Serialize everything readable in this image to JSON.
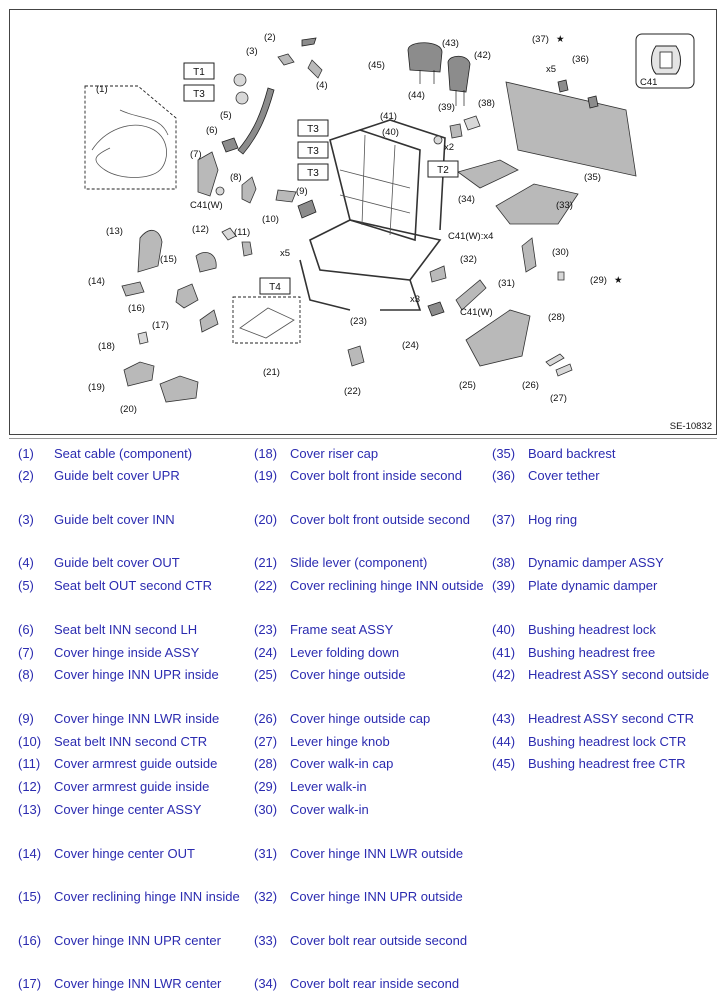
{
  "diagram": {
    "reference_code": "SE-10832",
    "torque_tags": [
      "T1",
      "T3",
      "T3",
      "T3",
      "T3",
      "T2",
      "T4"
    ],
    "clip_box_label": "C41",
    "callouts": [
      "(1)",
      "(2)",
      "(3)",
      "(4)",
      "(5)",
      "(6)",
      "(7)",
      "(8)",
      "(9)",
      "(10)",
      "(11)",
      "(12)",
      "(13)",
      "(14)",
      "(15)",
      "(16)",
      "(17)",
      "(18)",
      "(19)",
      "(20)",
      "(21)",
      "(22)",
      "(23)",
      "(24)",
      "(25)",
      "(26)",
      "(27)",
      "(28)",
      "(29)",
      "(30)",
      "(31)",
      "(32)",
      "(33)",
      "(34)",
      "(35)",
      "(36)",
      "(37)",
      "(38)",
      "(39)",
      "(40)",
      "(41)",
      "(42)",
      "(43)",
      "(44)",
      "(45)"
    ],
    "annotations": {
      "c41w_left": "C41(W)",
      "c41w_x4": "C41(W):x4",
      "c41w_right": "C41(W)",
      "x5_top": "x5",
      "x5_mid": "x5",
      "x2": "x2",
      "x3": "x3",
      "star": "★"
    }
  },
  "legend": {
    "columns": [
      [
        {
          "num": "(1)",
          "name": "Seat cable (component)"
        },
        {
          "num": "(2)",
          "name": "Guide belt cover UPR"
        },
        {
          "num": "(3)",
          "name": "Guide belt cover INN"
        },
        {
          "num": "(4)",
          "name": "Guide belt cover OUT"
        },
        {
          "num": "(5)",
          "name": "Seat belt OUT second CTR"
        },
        {
          "num": "(6)",
          "name": "Seat belt INN second LH"
        },
        {
          "num": "(7)",
          "name": "Cover hinge inside ASSY"
        },
        {
          "num": "(8)",
          "name": "Cover hinge INN UPR inside"
        },
        {
          "num": "(9)",
          "name": "Cover hinge INN LWR inside"
        },
        {
          "num": "(10)",
          "name": "Seat belt INN second CTR"
        },
        {
          "num": "(11)",
          "name": "Cover armrest guide outside"
        },
        {
          "num": "(12)",
          "name": "Cover armrest guide inside"
        },
        {
          "num": "(13)",
          "name": "Cover hinge center ASSY"
        },
        {
          "num": "(14)",
          "name": "Cover hinge center OUT"
        },
        {
          "num": "(15)",
          "name": "Cover reclining hinge INN inside"
        },
        {
          "num": "(16)",
          "name": "Cover hinge INN UPR center"
        },
        {
          "num": "(17)",
          "name": "Cover hinge INN LWR center"
        }
      ],
      [
        {
          "num": "(18)",
          "name": "Cover riser cap"
        },
        {
          "num": "(19)",
          "name": "Cover bolt front inside second"
        },
        {
          "num": "(20)",
          "name": "Cover bolt front outside second"
        },
        {
          "num": "(21)",
          "name": "Slide lever (component)"
        },
        {
          "num": "(22)",
          "name": "Cover reclining hinge INN outside"
        },
        {
          "num": "(23)",
          "name": "Frame seat ASSY"
        },
        {
          "num": "(24)",
          "name": "Lever folding down"
        },
        {
          "num": "(25)",
          "name": "Cover hinge outside"
        },
        {
          "num": "(26)",
          "name": "Cover hinge outside cap"
        },
        {
          "num": "(27)",
          "name": "Lever hinge knob"
        },
        {
          "num": "(28)",
          "name": "Cover walk-in cap"
        },
        {
          "num": "(29)",
          "name": "Lever walk-in"
        },
        {
          "num": "(30)",
          "name": "Cover walk-in"
        },
        {
          "num": "(31)",
          "name": "Cover hinge INN LWR outside"
        },
        {
          "num": "(32)",
          "name": "Cover hinge INN UPR outside"
        },
        {
          "num": "(33)",
          "name": "Cover bolt rear outside second"
        },
        {
          "num": "(34)",
          "name": "Cover bolt rear inside second"
        }
      ],
      [
        {
          "num": "(35)",
          "name": "Board backrest"
        },
        {
          "num": "(36)",
          "name": "Cover tether"
        },
        {
          "num": "(37)",
          "name": "Hog ring"
        },
        {
          "num": "(38)",
          "name": "Dynamic damper ASSY"
        },
        {
          "num": "(39)",
          "name": "Plate dynamic damper"
        },
        {
          "num": "(40)",
          "name": "Bushing headrest lock"
        },
        {
          "num": "(41)",
          "name": "Bushing headrest free"
        },
        {
          "num": "(42)",
          "name": "Headrest ASSY second outside"
        },
        {
          "num": "(43)",
          "name": "Headrest ASSY second CTR"
        },
        {
          "num": "(44)",
          "name": "Bushing headrest lock CTR"
        },
        {
          "num": "(45)",
          "name": "Bushing headrest free CTR"
        }
      ]
    ]
  }
}
